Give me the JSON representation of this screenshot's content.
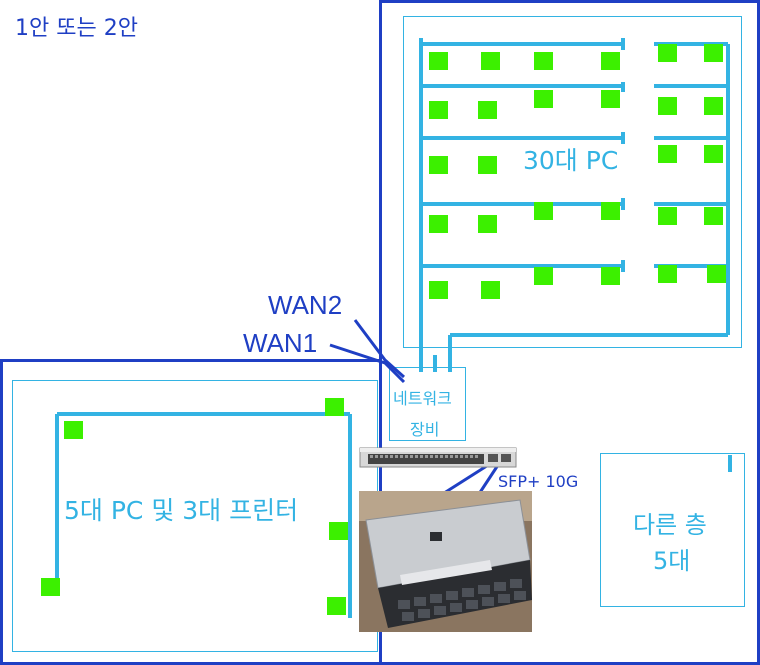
{
  "title": "1안 또는 2안",
  "wan2": "WAN2",
  "wan1": "WAN1",
  "pc30": "30대 PC",
  "network_device": "네트워크",
  "network_device2": "장비",
  "sfp": "SFP+ 10G",
  "pc5_printers": "5대 PC 및 3대 프린터",
  "other_floor": "다른 층",
  "other_floor2": "5대",
  "colors": {
    "blue": "#1f3fc4",
    "cyan": "#33b3e3",
    "pc_green": "#3cf000"
  }
}
